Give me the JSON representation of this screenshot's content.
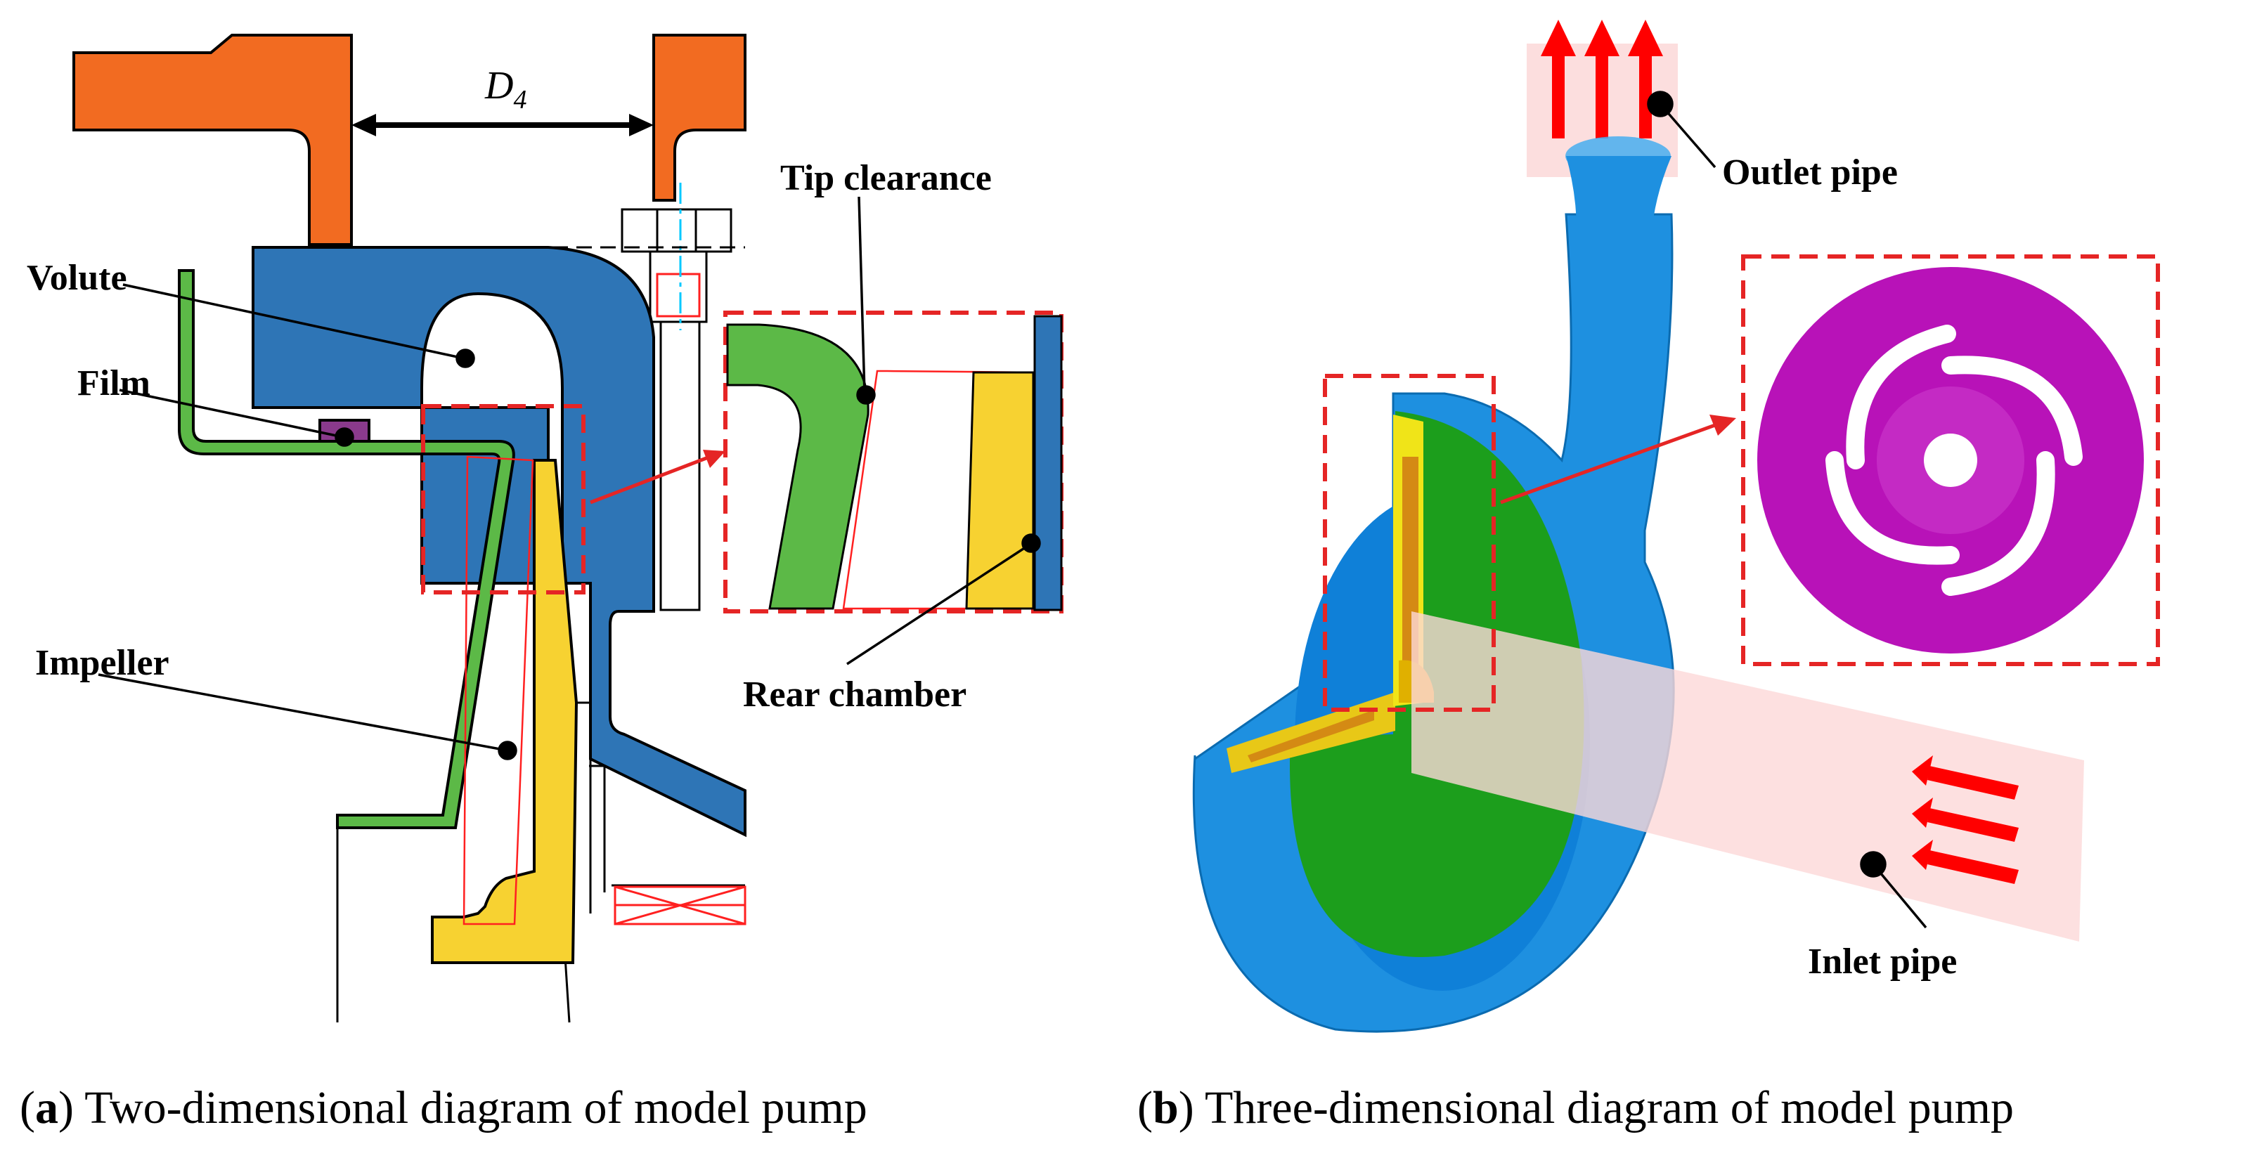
{
  "panel_a": {
    "labels": {
      "dimension": "D",
      "dimension_subscript": "4",
      "volute": "Volute",
      "film": "Film",
      "impeller": "Impeller",
      "tip_clearance": "Tip clearance",
      "rear_chamber": "Rear chamber"
    },
    "caption": {
      "open": "(",
      "letter": "a",
      "close": ")",
      "text": " Two-dimensional diagram of model pump"
    }
  },
  "panel_b": {
    "labels": {
      "outlet_pipe": "Outlet pipe",
      "inlet_pipe": "Inlet pipe"
    },
    "caption": {
      "open": "(",
      "letter": "b",
      "close": ")",
      "text": " Three-dimensional diagram of model pump"
    }
  },
  "colors": {
    "flange_orange": "#f26b21",
    "volute_blue": "#2e75b6",
    "film_green": "#5cb947",
    "impeller_yellow": "#f7d231",
    "film_block_purple": "#8a3a8c",
    "pump_blue": "#1e90e0",
    "back_green": "#1c9e1c",
    "impeller_magenta": "#b812b8",
    "arrow_red": "#ff0000",
    "pipe_pink": "#fcd8d8"
  }
}
